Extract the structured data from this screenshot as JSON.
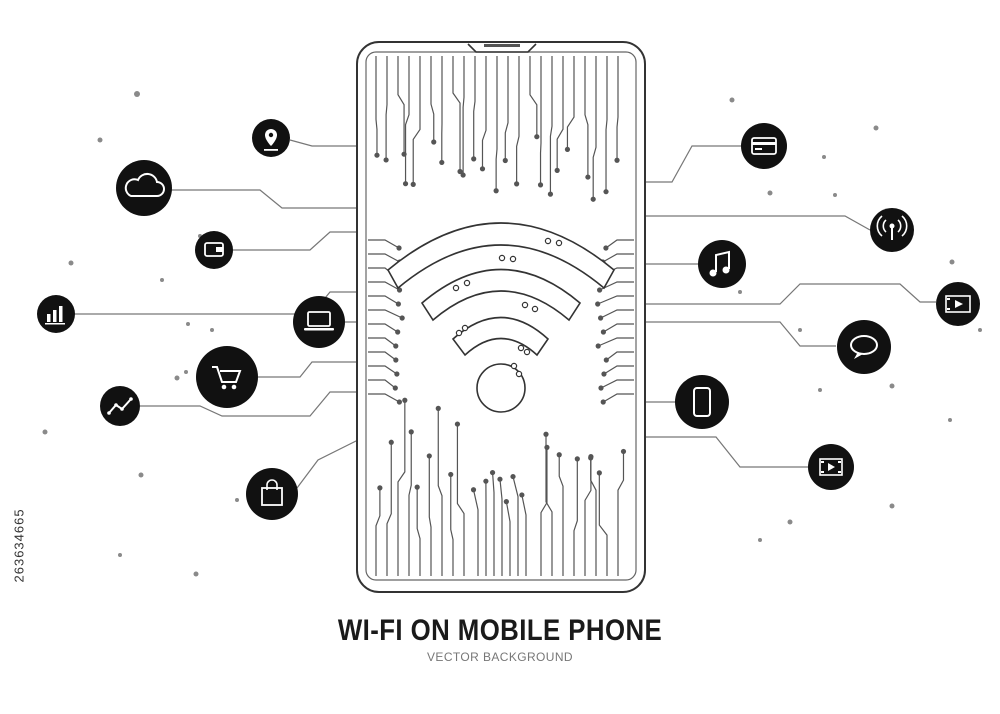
{
  "poster": {
    "title": "WI-FI ON MOBILE PHONE",
    "subtitle": "VECTOR BACKGROUND",
    "stock_id": "263634665"
  },
  "colors": {
    "background": "#ffffff",
    "ink": "#1a1a1a",
    "line": "#555555",
    "icon_fill": "#111111",
    "dots": "#8a8a8a"
  },
  "icons": {
    "left": [
      "location-pin-icon",
      "cloud-icon",
      "wallet-icon",
      "bar-chart-icon",
      "laptop-icon",
      "shopping-cart-icon",
      "trend-line-icon",
      "shopping-bag-icon"
    ],
    "right": [
      "credit-card-icon",
      "signal-antenna-icon",
      "music-note-icon",
      "video-player-icon",
      "speech-bubble-icon",
      "smartphone-icon",
      "film-icon"
    ],
    "center": "wifi-icon"
  }
}
